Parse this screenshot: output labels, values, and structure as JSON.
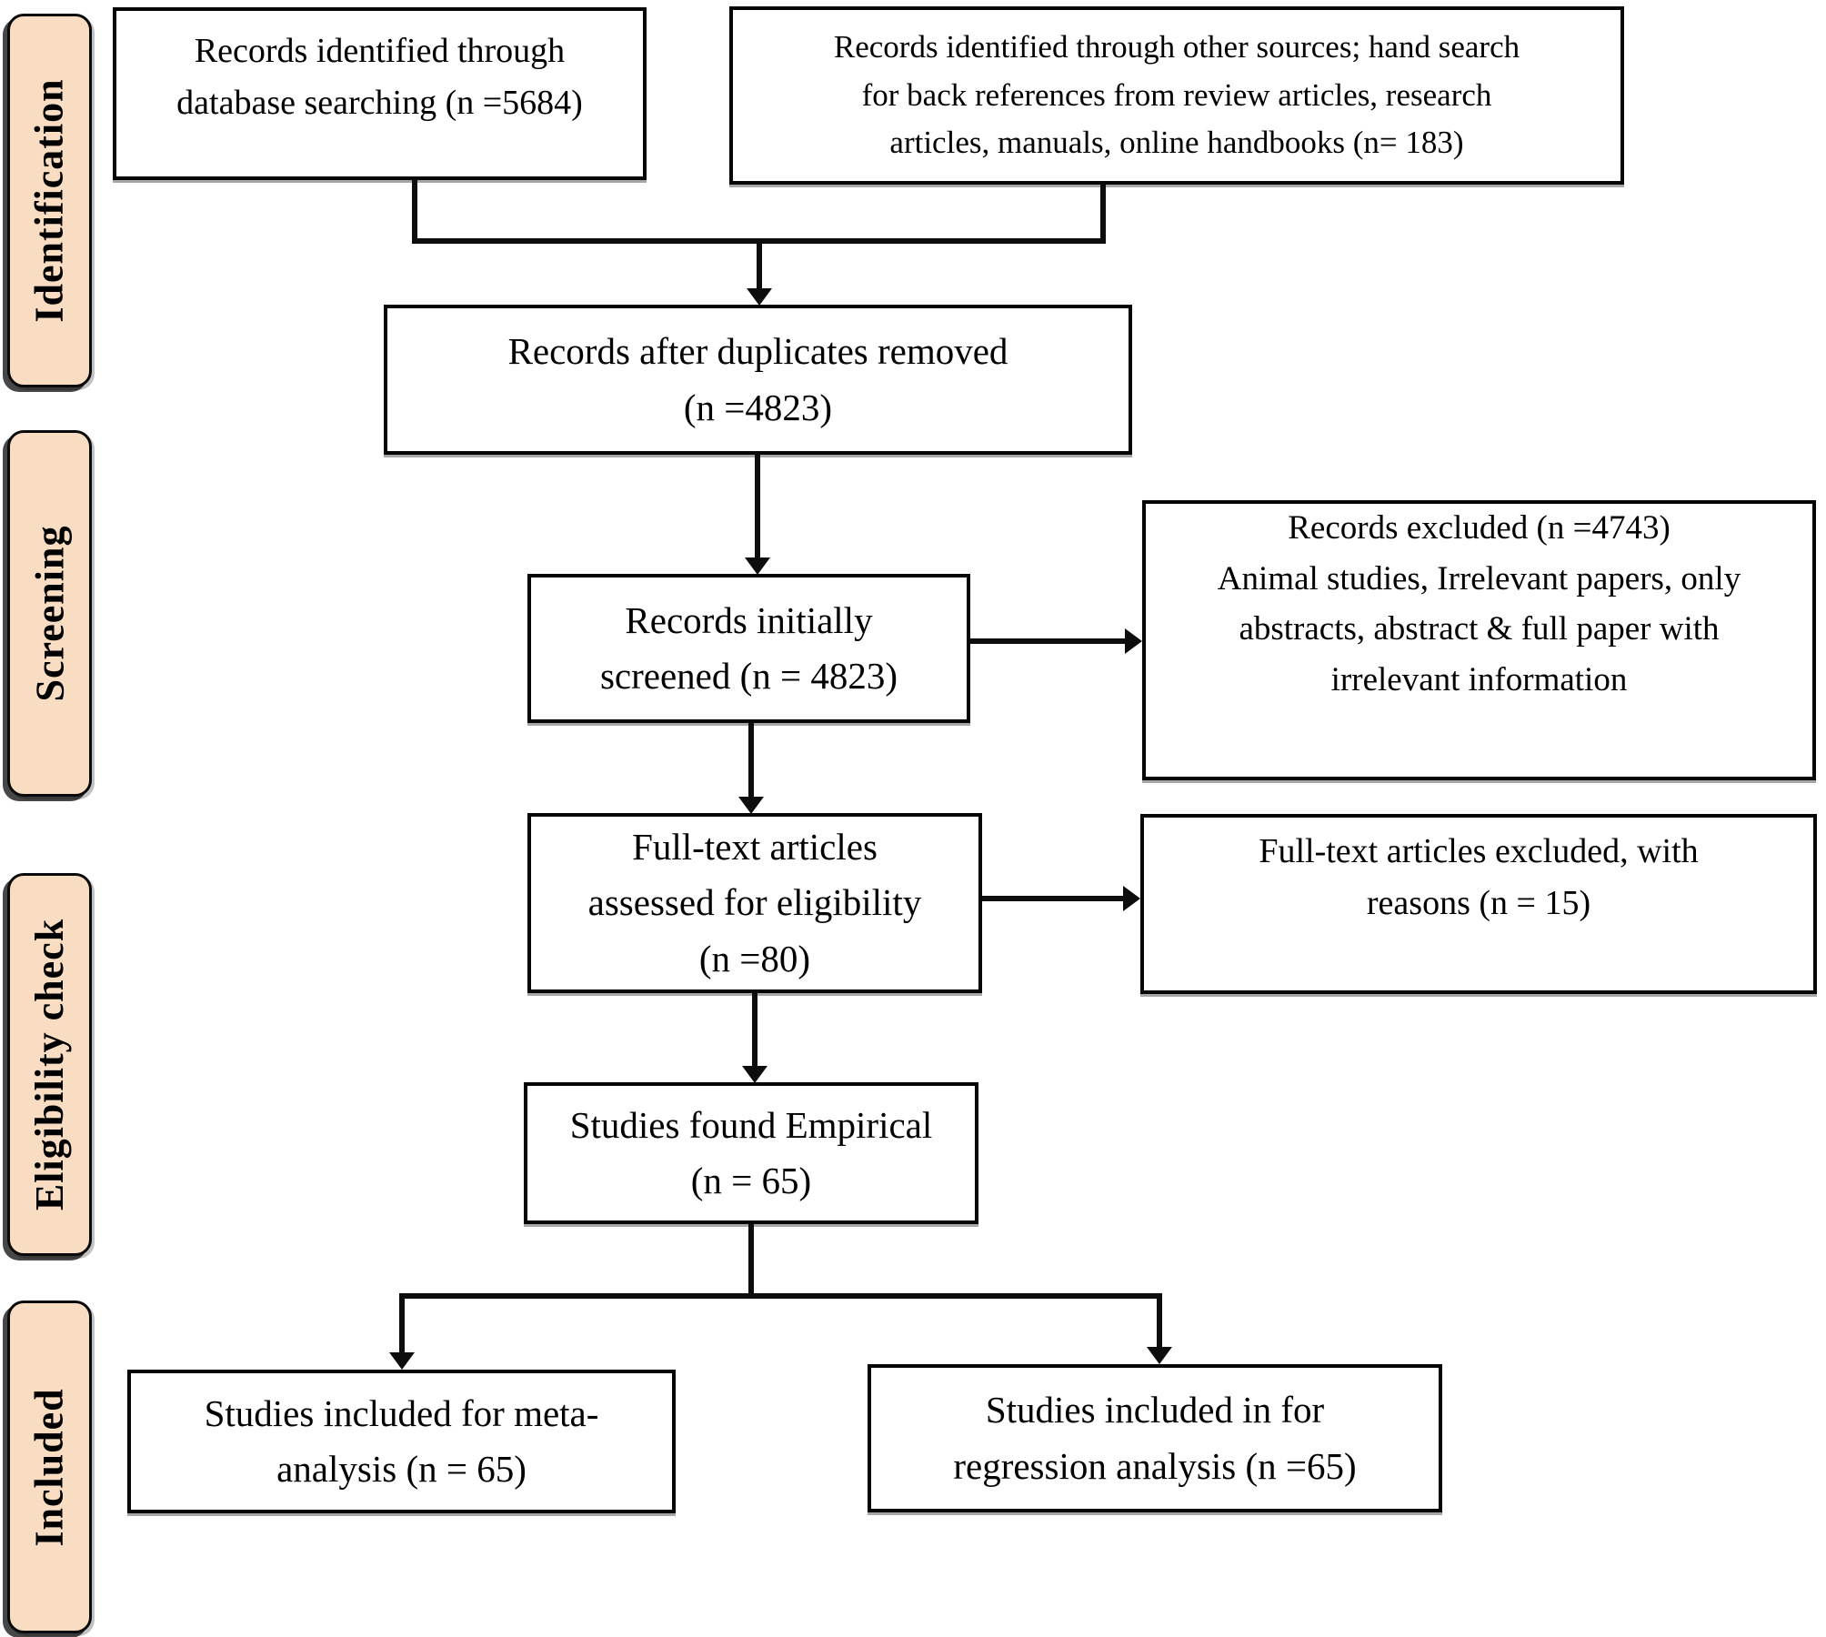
{
  "sidebar": {
    "stages": [
      {
        "label": "Identification"
      },
      {
        "label": "Screening"
      },
      {
        "label": "Eligibility check"
      },
      {
        "label": "Included"
      }
    ]
  },
  "flow": {
    "identification": {
      "database_box": "Records identified through\ndatabase searching (n =5684)",
      "other_sources_box": "Records identified through other sources; hand search\nfor back references from review articles, research\narticles, manuals, online handbooks (n= 183)"
    },
    "dedup_box": "Records after duplicates removed\n(n =4823)",
    "screening": {
      "screened_box": "Records initially\nscreened (n = 4823)",
      "records_excluded_box": "Records excluded (n =4743)\nAnimal studies, Irrelevant papers, only\nabstracts, abstract & full paper with\nirrelevant information"
    },
    "eligibility": {
      "fulltext_box": "Full-text articles\nassessed for eligibility\n(n =80)",
      "fulltext_excluded_box": "Full-text articles excluded, with\nreasons (n = 15)",
      "empirical_box": "Studies found Empirical\n(n = 65)"
    },
    "included": {
      "meta_analysis_box": "Studies included for meta-\nanalysis (n = 65)",
      "regression_box": "Studies included in for\nregression analysis (n =65)"
    }
  },
  "counts": {
    "database_records": 5684,
    "other_source_records": 183,
    "after_duplicates": 4823,
    "initially_screened": 4823,
    "records_excluded": 4743,
    "fulltext_assessed": 80,
    "fulltext_excluded": 15,
    "empirical_studies": 65,
    "meta_analysis_included": 65,
    "regression_included": 65
  },
  "colors": {
    "stage_fill": "#f9ddc3",
    "box_fill": "#ffffff",
    "border": "#050505",
    "line": "#0d0d0d",
    "text": "#000000"
  }
}
